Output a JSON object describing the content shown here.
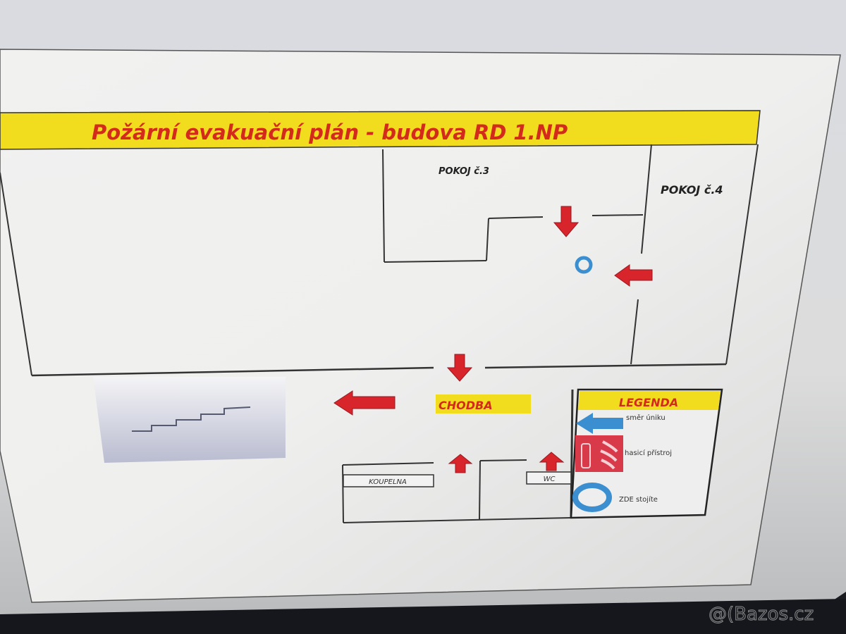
{
  "title": "Požární evakuační plán - budova RD 1.NP",
  "rooms": {
    "room3": "POKOJ č.3",
    "room4": "POKOJ č.4",
    "corridor": "CHODBA",
    "bathroom": "KOUPELNA",
    "wc": "WC"
  },
  "legend": {
    "title": "LEGENDA",
    "items": [
      {
        "icon": "blue-arrow-icon",
        "label": "směr úniku"
      },
      {
        "icon": "fire-extinguisher-icon",
        "label": "hasicí přístroj"
      },
      {
        "icon": "you-are-here-icon",
        "label": "ZDE stojíte"
      }
    ]
  },
  "watermark": "@(Bazos.cz",
  "colors": {
    "title_bar": "#f2dc1e",
    "title_text": "#d42a1c",
    "arrow_red": "#d8252c",
    "marker_blue": "#3b8fd0",
    "extinguisher_bg": "#d93a4a"
  }
}
